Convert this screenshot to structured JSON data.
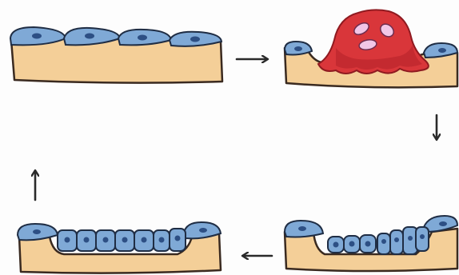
{
  "figure": {
    "panels": [
      {
        "id": "intact",
        "description_kind": "intact-layer"
      },
      {
        "id": "osteoclast",
        "description_kind": "resorption"
      },
      {
        "id": "refill",
        "description_kind": "new-cells-filling"
      },
      {
        "id": "restored",
        "description_kind": "restored-layer"
      }
    ],
    "arrows": [
      "right",
      "down",
      "left",
      "up"
    ]
  },
  "colors": {
    "bone": "#f4cf98",
    "bone_edge": "#3a2a20",
    "lining_cell": "#7fa9d6",
    "lining_cell_edge": "#1f2d44",
    "nucleus": "#2d4f84",
    "osteoclast": "#d9363a",
    "osteoclast_dark": "#b5232a",
    "osteoclast_nucleus": "#f2c6e6",
    "arrow": "#2a2a2a"
  }
}
